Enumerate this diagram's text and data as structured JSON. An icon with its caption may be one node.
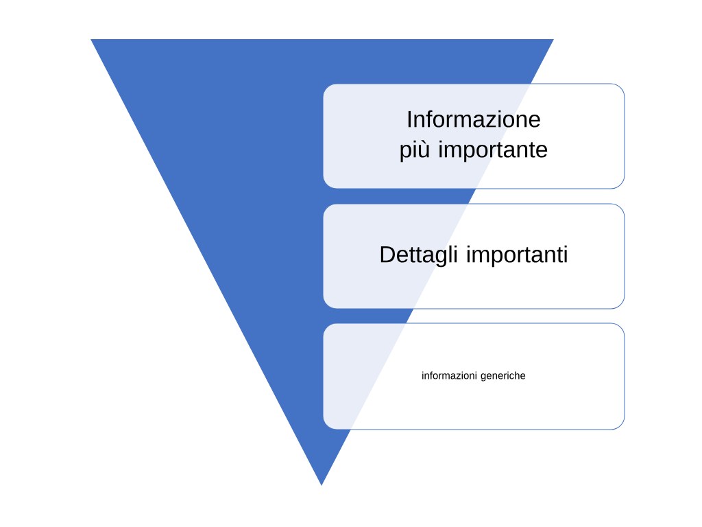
{
  "diagram": {
    "nodes": [
      {
        "text": [],
        "shape": "triangle"
      },
      {
        "text": [
          "Informazione più importante"
        ]
      },
      {
        "text": [
          "Dettagli importanti"
        ]
      },
      {
        "text": [
          "informazioni generiche"
        ]
      }
    ]
  }
}
